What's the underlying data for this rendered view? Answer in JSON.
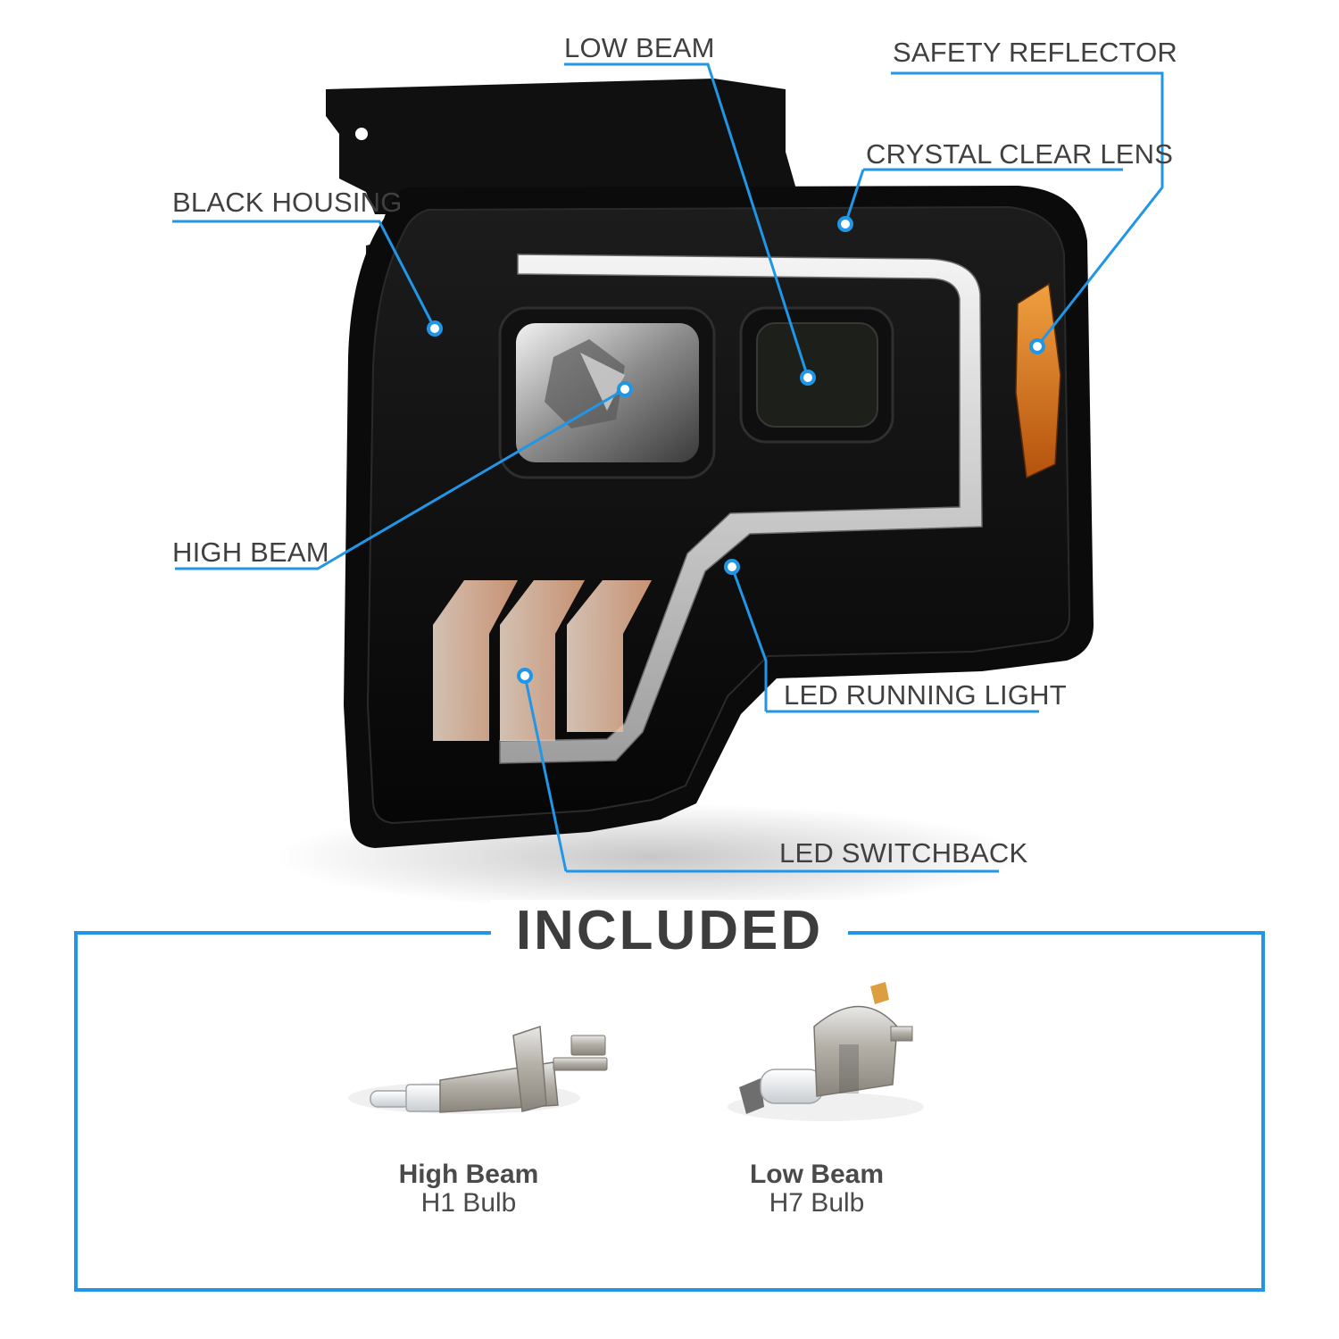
{
  "callouts": {
    "low_beam": "LOW BEAM",
    "safety_reflector": "SAFETY REFLECTOR",
    "crystal_clear_lens": "CRYSTAL CLEAR LENS",
    "black_housing": "BLACK HOUSING",
    "high_beam": "HIGH BEAM",
    "led_running_light": "LED RUNNING LIGHT",
    "led_switchback": "LED SWITCHBACK"
  },
  "included": {
    "title": "INCLUDED",
    "items": [
      {
        "name": "High Beam",
        "bulb": "H1 Bulb",
        "icon": "h1-bulb-icon"
      },
      {
        "name": "Low Beam",
        "bulb": "H7 Bulb",
        "icon": "h7-bulb-icon"
      }
    ]
  },
  "colors": {
    "accent_blue": "#2196e6",
    "housing_black": "#0c0c0c",
    "amber": "#d9731a",
    "text": "#404040"
  }
}
